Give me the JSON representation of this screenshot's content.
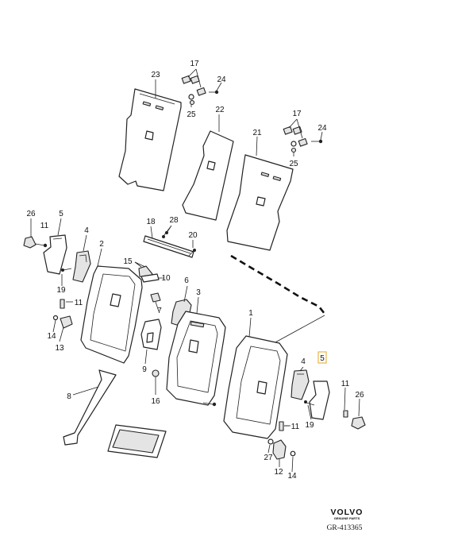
{
  "callouts": {
    "c1": "1",
    "c2": "2",
    "c3": "3",
    "c4a": "4",
    "c4b": "4",
    "c5a": "5",
    "c5b": "5",
    "c6": "6",
    "c7": "7",
    "c8": "8",
    "c9": "9",
    "c10": "10",
    "c11a": "11",
    "c11b": "11",
    "c11c": "11",
    "c12": "12",
    "c13": "13",
    "c14a": "14",
    "c14b": "14",
    "c15": "15",
    "c16": "16",
    "c17a": "17",
    "c17b": "17",
    "c18": "18",
    "c19a": "19",
    "c19b": "19",
    "c20": "20",
    "c21": "21",
    "c22": "22",
    "c23": "23",
    "c24a": "24",
    "c24b": "24",
    "c25a": "25",
    "c25b": "25",
    "c26a": "26",
    "c26b": "26",
    "c27": "27",
    "c28": "28"
  },
  "brand": {
    "name": "VOLVO",
    "tagline": "GENUINE PARTS",
    "code": "GR-413365"
  },
  "highlight": {
    "color": "#e8b64a"
  }
}
